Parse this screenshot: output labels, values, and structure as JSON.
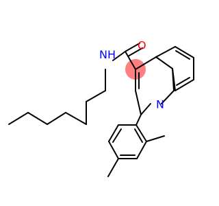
{
  "molecule": {
    "atoms": {
      "nitrogen_amide": {
        "symbol": "N",
        "hydrogen": "H",
        "color": "#0000ff"
      },
      "oxygen": {
        "symbol": "O",
        "color": "#ff0000"
      },
      "nitrogen_ring": {
        "symbol": "N",
        "color": "#0000ff"
      }
    },
    "highlight": {
      "color": "#ff8080"
    }
  }
}
